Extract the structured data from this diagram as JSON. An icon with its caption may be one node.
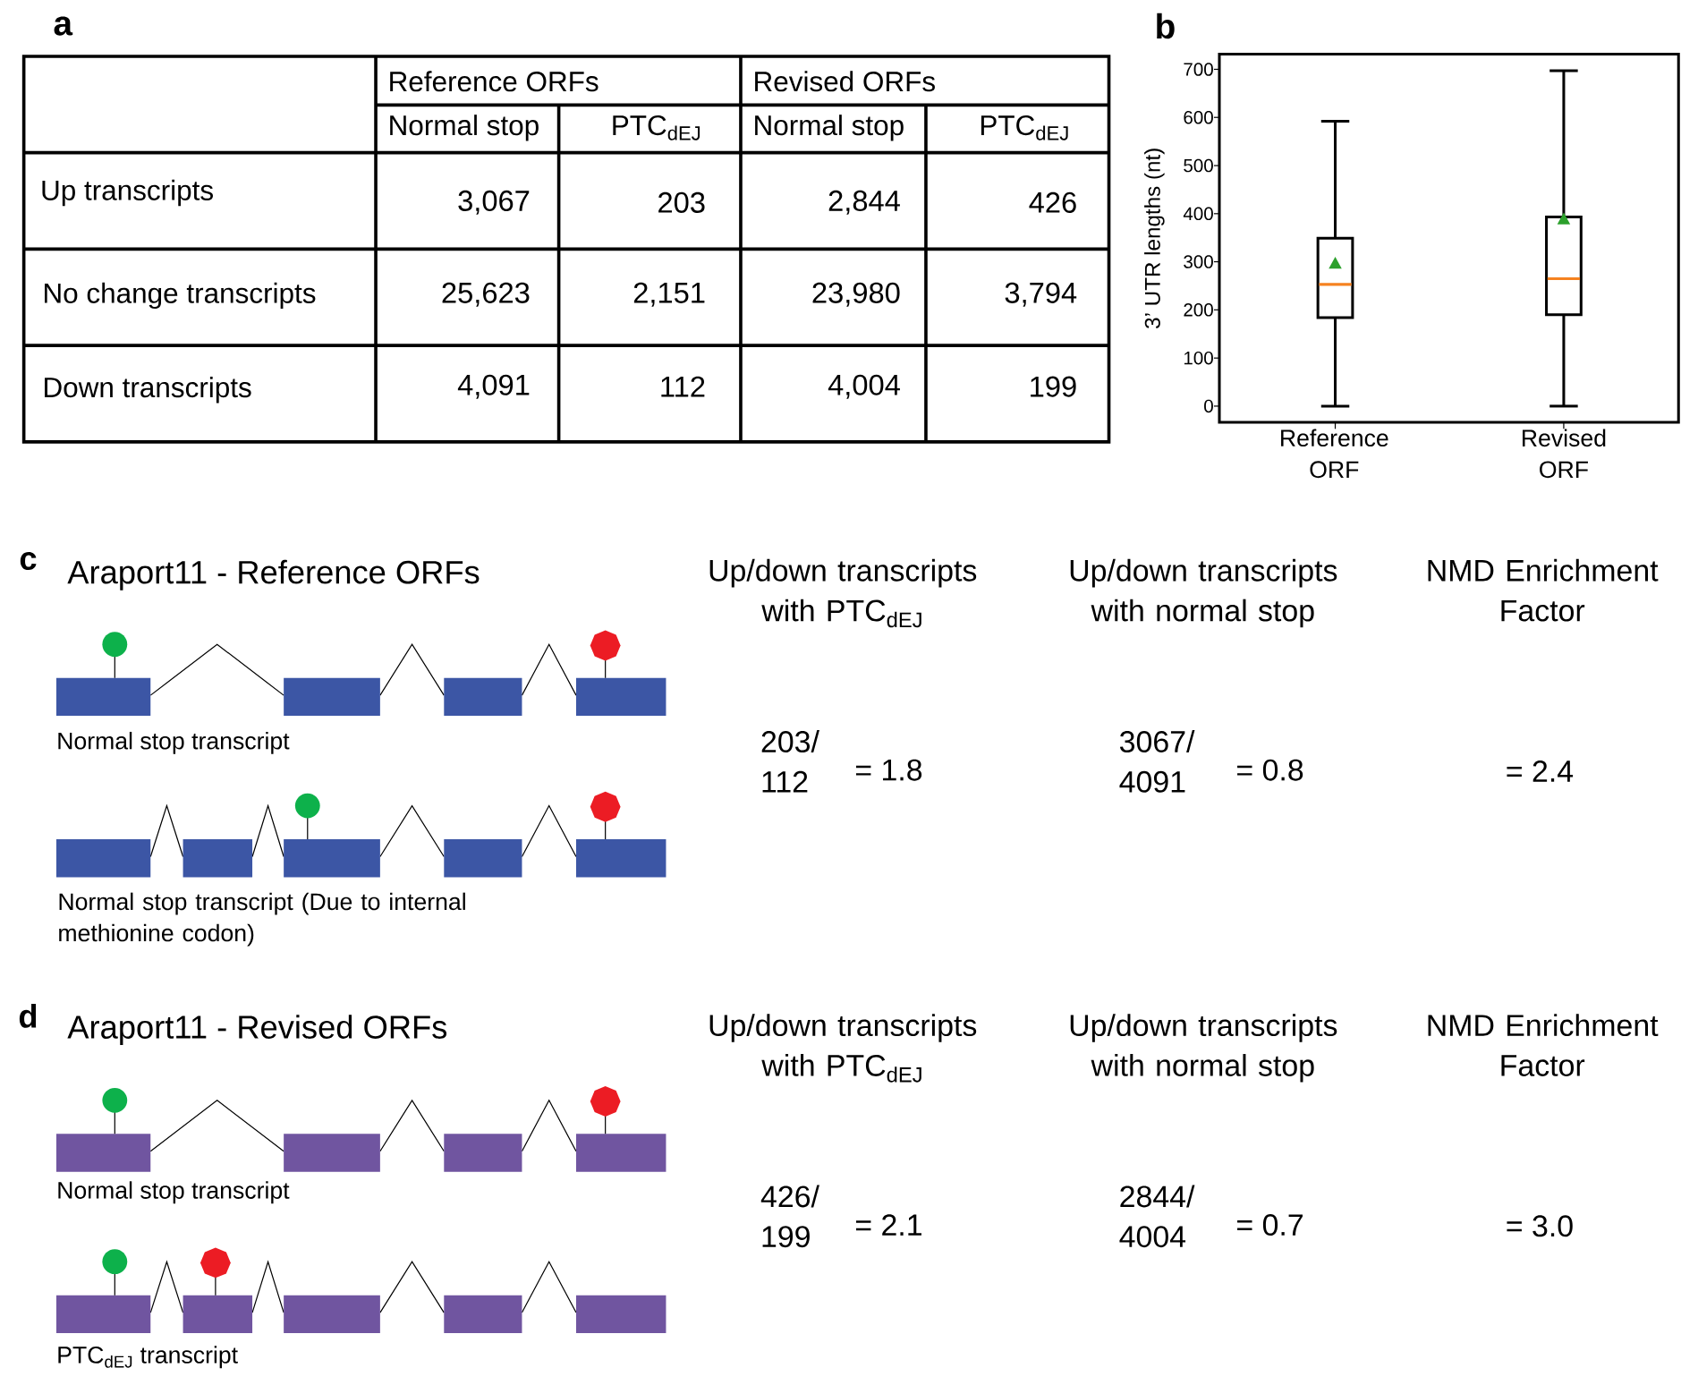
{
  "diagram": {
    "labels": [
      "a",
      "Reference ORFs",
      "Revised ORFs",
      "Normal stop",
      "PTC$_{dEJ}$",
      "Normal stop",
      "PTC$_{dEJ}$",
      "Up transcripts",
      "3,067",
      "203",
      "2,844",
      "426",
      "No change transcripts",
      "25,623",
      "2,151",
      "23,980",
      "3,794",
      "Down transcripts",
      "4,091",
      "112",
      "4,004",
      "199",
      "b",
      "700",
      "600",
      "500",
      "400",
      "300",
      "200",
      "100",
      "0",
      "3’ UTR lengths (nt)",
      "Reference ORF",
      "Revised ORF",
      "c",
      "Araport11 - Reference ORFs",
      "Up/down transcripts with PTC$_{dEJ}$",
      "Up/down transcripts with normal stop",
      "NMD Enrichment Factor",
      "Normal stop transcript",
      "203/ 112",
      "= 1.8",
      "3067/ 4091",
      "= 0.8",
      "= 2.4",
      "Normal stop transcript (Due to internal methionine codon)",
      "d",
      "Araport11 - Revised ORFs",
      "Up/down transcripts with PTC$_{dEJ}$",
      "Up/down transcripts with normal stop",
      "NMD Enrichment Factor",
      "Normal stop transcript",
      "426/ 199",
      "= 2.1",
      "2844/ 4004",
      "= 0.7",
      "= 3.0",
      "PTC$_{dEJ}$ transcript"
    ]
  }
}
